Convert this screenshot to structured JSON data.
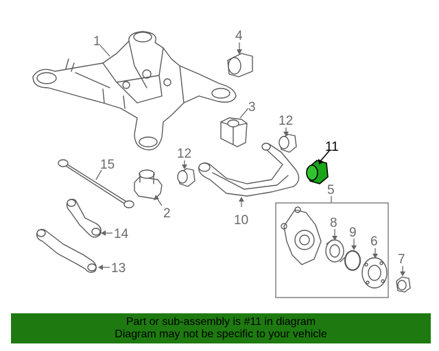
{
  "callouts": {
    "c1": "1",
    "c2": "2",
    "c3": "3",
    "c4": "4",
    "c5": "5",
    "c6": "6",
    "c7": "7",
    "c8": "8",
    "c9": "9",
    "c10": "10",
    "c11": "11",
    "c12a": "12",
    "c12b": "12",
    "c13": "13",
    "c14": "14",
    "c15": "15"
  },
  "highlight_color": "#1aa51a",
  "banner": {
    "line1": "Part or sub-assembly is #11 in diagram",
    "line2": "Diagram may not be specific to your vehicle",
    "background": "#1e7a10"
  }
}
